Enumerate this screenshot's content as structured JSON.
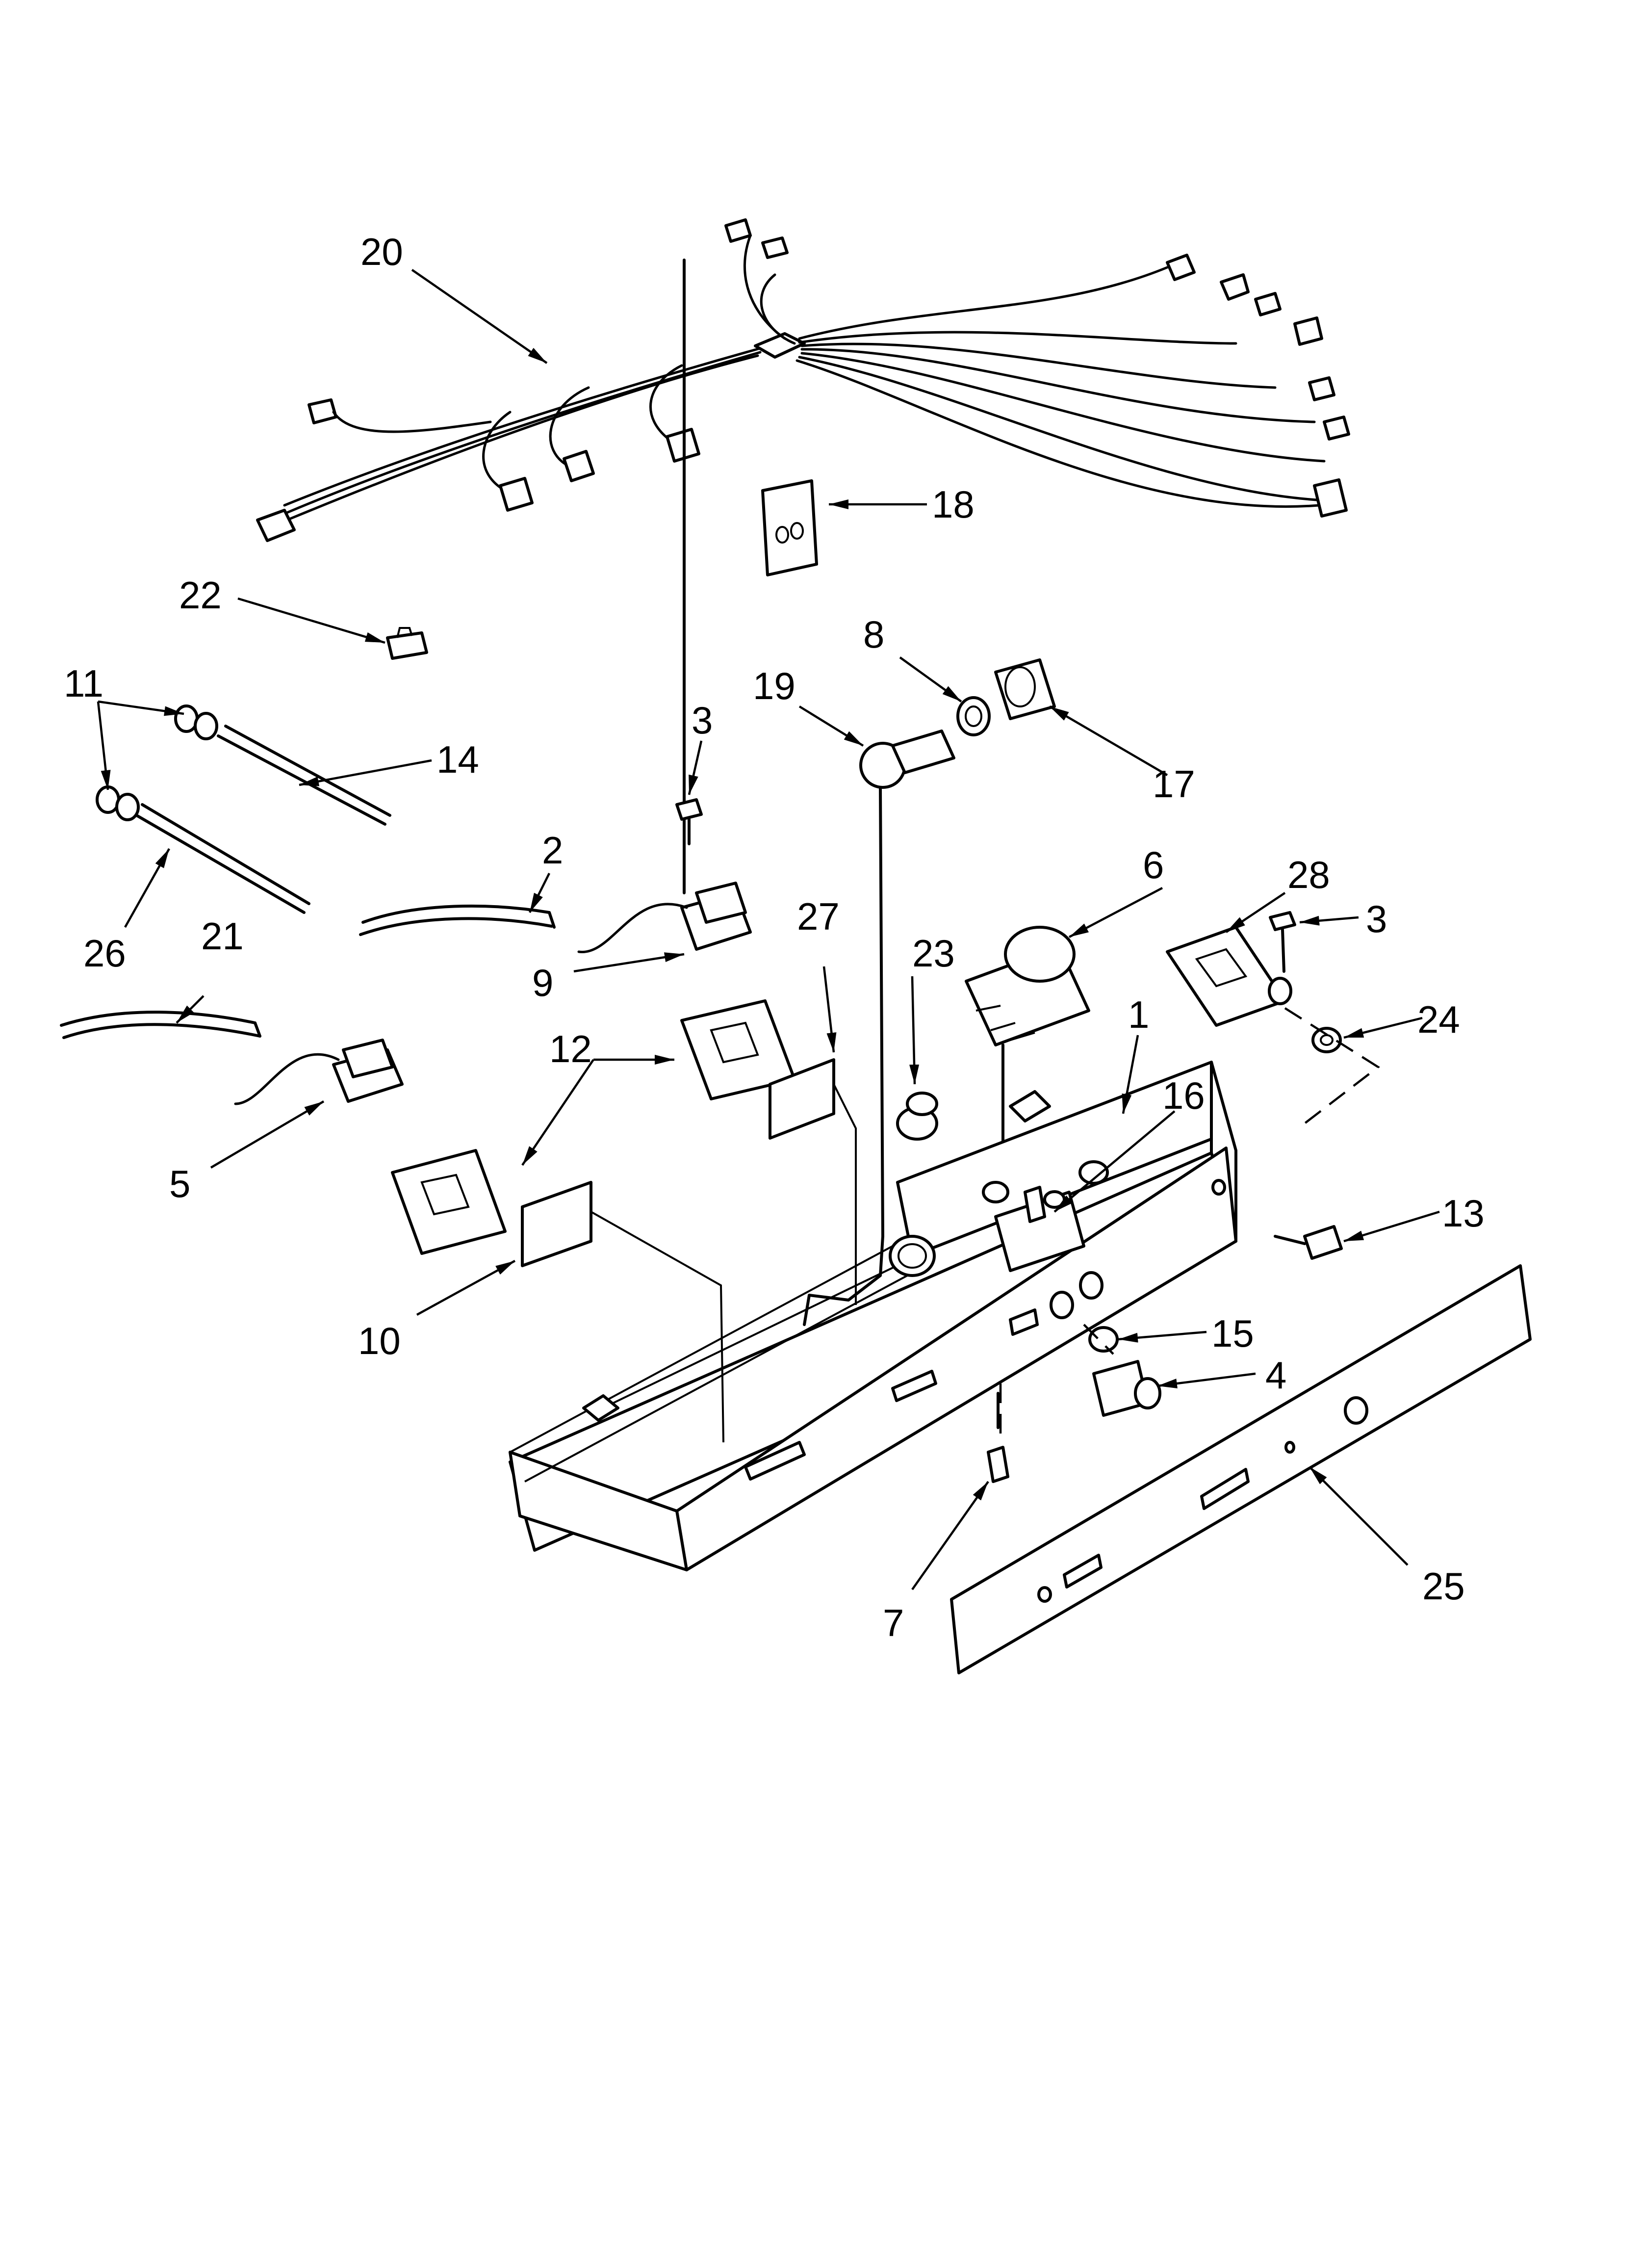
{
  "callouts": [
    {
      "id": "1",
      "label": "1"
    },
    {
      "id": "2",
      "label": "2"
    },
    {
      "id": "3a",
      "label": "3"
    },
    {
      "id": "3b",
      "label": "3"
    },
    {
      "id": "4",
      "label": "4"
    },
    {
      "id": "5",
      "label": "5"
    },
    {
      "id": "6",
      "label": "6"
    },
    {
      "id": "7",
      "label": "7"
    },
    {
      "id": "8",
      "label": "8"
    },
    {
      "id": "9",
      "label": "9"
    },
    {
      "id": "10",
      "label": "10"
    },
    {
      "id": "11",
      "label": "11"
    },
    {
      "id": "12",
      "label": "12"
    },
    {
      "id": "13",
      "label": "13"
    },
    {
      "id": "14",
      "label": "14"
    },
    {
      "id": "15",
      "label": "15"
    },
    {
      "id": "16",
      "label": "16"
    },
    {
      "id": "17",
      "label": "17"
    },
    {
      "id": "18",
      "label": "18"
    },
    {
      "id": "19",
      "label": "19"
    },
    {
      "id": "20",
      "label": "20"
    },
    {
      "id": "21",
      "label": "21"
    },
    {
      "id": "22",
      "label": "22"
    },
    {
      "id": "23",
      "label": "23"
    },
    {
      "id": "24",
      "label": "24"
    },
    {
      "id": "25",
      "label": "25"
    },
    {
      "id": "26",
      "label": "26"
    },
    {
      "id": "27",
      "label": "27"
    },
    {
      "id": "28",
      "label": "28"
    }
  ],
  "colors": {
    "ink": "#000000",
    "paper": "#ffffff"
  }
}
